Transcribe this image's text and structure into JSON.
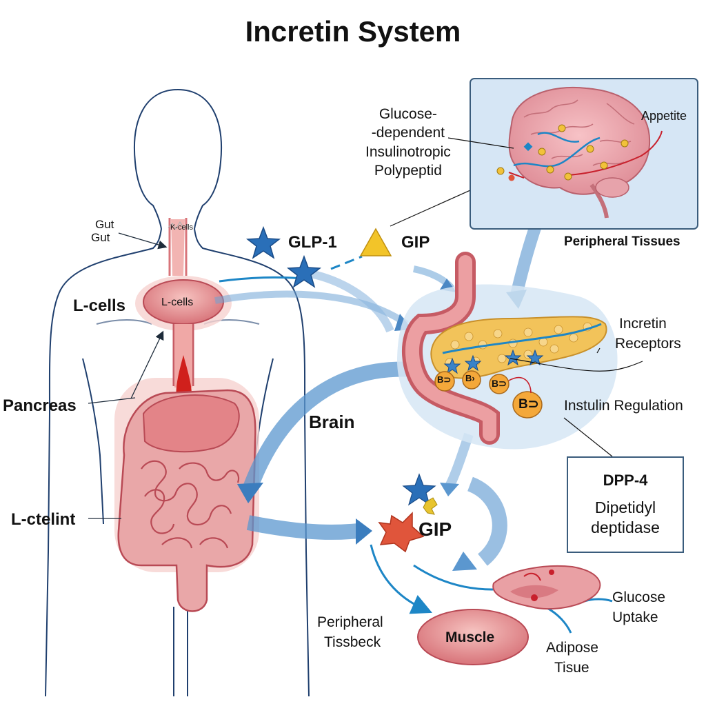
{
  "title": "Incretin System",
  "labels": {
    "gut_1": "Gut",
    "gut_2": "Gut",
    "k_cells": "K-cells",
    "l_cells_left": "L-cells",
    "l_cells_stomach": "L-cells",
    "pancreas": "Pancreas",
    "l_ctelint": "L-ctelint",
    "glp1": "GLP-1",
    "gip_top": "GIP",
    "gip_bottom": "GIP",
    "brain": "Brain",
    "appetite": "Appetite",
    "peripheral_tissues": "Peripheral Tissues",
    "incretin_receptors_1": "Incretin",
    "incretin_receptors_2": "Receptors",
    "insulin_regulation": "Instulin Regulation",
    "glucose_uptake_1": "Glucose",
    "glucose_uptake_2": "Uptake",
    "adipose_1": "Adipose",
    "adipose_2": "Tisue",
    "muscle": "Muscle",
    "peripheral_bottom_1": "Peripheral",
    "peripheral_bottom_2": "Tissbeck",
    "beta_cell": "B⊃",
    "beta_cell_small": "B⊃",
    "beta_cell_small_2": "B›"
  },
  "gip_definition": [
    "Glucose-",
    "-dependent",
    "Insulinotropic",
    "Polypeptid"
  ],
  "dpp4": {
    "name": "DPP-4",
    "full_1": "Dipetidyl",
    "full_2": "deptidase"
  },
  "colors": {
    "body_outline": "#1f3f6e",
    "organ_pink": "#e8898a",
    "organ_dark": "#b94a55",
    "arrow_blue": "#6fa4d6",
    "line_blue": "#1d86c6",
    "star_blue": "#2a6fb8",
    "triangle_yellow": "#f2c429",
    "panel_blue": "#cfe0f2",
    "pancreas_yellow": "#f2c35a",
    "beta_orange": "#f4a83a",
    "gip_red": "#e0553b"
  },
  "icons": [
    "glp1-star-icon",
    "gip-triangle-icon",
    "gip-star-icon",
    "brain-icon",
    "pancreas-icon",
    "stomach-icon",
    "intestine-icon"
  ]
}
